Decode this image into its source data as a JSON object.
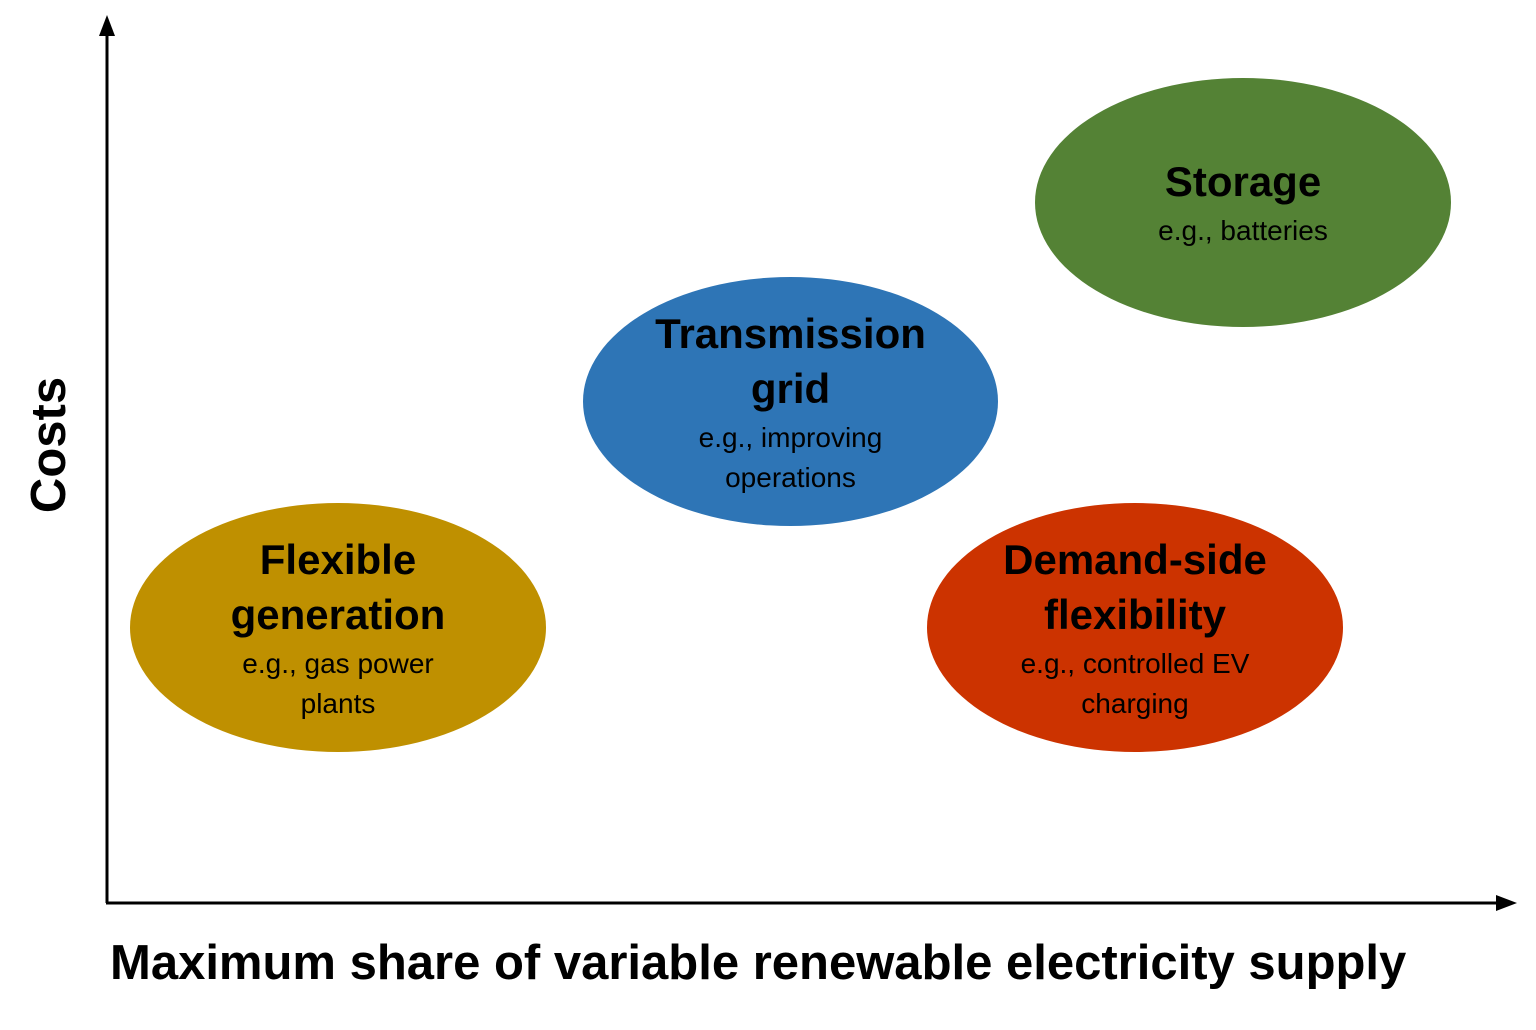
{
  "axes": {
    "x_label": "Maximum share of variable renewable electricity supply",
    "y_label": "Costs",
    "color": "#000000"
  },
  "options": [
    {
      "title_lines": [
        "Flexible",
        "generation"
      ],
      "example_lines": [
        "e.g., gas power",
        "plants"
      ],
      "color": "#bf9000"
    },
    {
      "title_lines": [
        "Transmission",
        "grid"
      ],
      "example_lines": [
        "e.g., improving",
        "operations"
      ],
      "color": "#2e75b6"
    },
    {
      "title_lines": [
        "Storage"
      ],
      "example_lines": [
        "e.g., batteries"
      ],
      "color": "#548235"
    },
    {
      "title_lines": [
        "Demand-side",
        "flexibility"
      ],
      "example_lines": [
        "e.g., controlled EV",
        "charging"
      ],
      "color": "#cc3300"
    }
  ]
}
